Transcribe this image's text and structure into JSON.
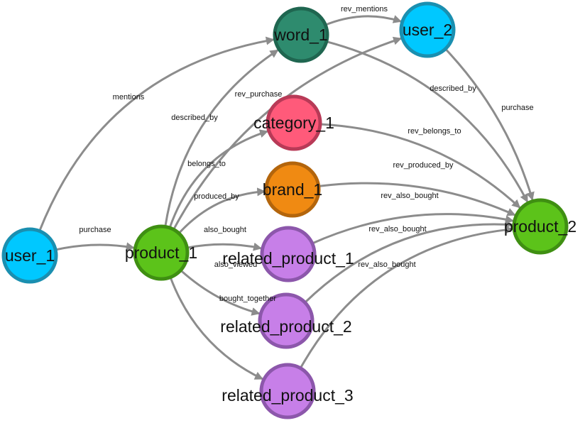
{
  "graph": {
    "nodes": [
      {
        "id": "user_1",
        "label": "user_1",
        "fill": "#00c8ff",
        "stroke": "#1a8fb0"
      },
      {
        "id": "product_1",
        "label": "product_1",
        "fill": "#5cc31a",
        "stroke": "#3f8f12"
      },
      {
        "id": "word_1",
        "label": "word_1",
        "fill": "#2e8b6e",
        "stroke": "#1f6650"
      },
      {
        "id": "user_2",
        "label": "user_2",
        "fill": "#00c8ff",
        "stroke": "#1a8fb0"
      },
      {
        "id": "category_1",
        "label": "category_1",
        "fill": "#ff5a7a",
        "stroke": "#b83a57"
      },
      {
        "id": "brand_1",
        "label": "brand_1",
        "fill": "#f08a12",
        "stroke": "#b3650c"
      },
      {
        "id": "related_product_1",
        "label": "related_product_1",
        "fill": "#c77fe8",
        "stroke": "#8c57ab"
      },
      {
        "id": "related_product_2",
        "label": "related_product_2",
        "fill": "#c77fe8",
        "stroke": "#8c57ab"
      },
      {
        "id": "related_product_3",
        "label": "related_product_3",
        "fill": "#c77fe8",
        "stroke": "#8c57ab"
      },
      {
        "id": "product_2",
        "label": "product_2",
        "fill": "#5cc31a",
        "stroke": "#3f8f12"
      }
    ],
    "edges": [
      {
        "from": "user_1",
        "to": "word_1",
        "label": "mentions"
      },
      {
        "from": "user_1",
        "to": "product_1",
        "label": "purchase"
      },
      {
        "from": "product_1",
        "to": "word_1",
        "label": "described_by"
      },
      {
        "from": "product_1",
        "to": "user_2",
        "label": "rev_purchase"
      },
      {
        "from": "product_1",
        "to": "category_1",
        "label": "belongs_to"
      },
      {
        "from": "product_1",
        "to": "brand_1",
        "label": "produced_by"
      },
      {
        "from": "product_1",
        "to": "related_product_1",
        "label": "also_bought"
      },
      {
        "from": "product_1",
        "to": "related_product_2",
        "label": "also_viewed"
      },
      {
        "from": "product_1",
        "to": "related_product_3",
        "label": "bought_together"
      },
      {
        "from": "word_1",
        "to": "user_2",
        "label": "rev_mentions"
      },
      {
        "from": "word_1",
        "to": "product_2",
        "label": "described_by"
      },
      {
        "from": "user_2",
        "to": "product_2",
        "label": "purchase"
      },
      {
        "from": "category_1",
        "to": "product_2",
        "label": "rev_belongs_to"
      },
      {
        "from": "brand_1",
        "to": "product_2",
        "label": "rev_produced_by"
      },
      {
        "from": "related_product_1",
        "to": "product_2",
        "label": "rev_also_bought"
      },
      {
        "from": "related_product_2",
        "to": "product_2",
        "label": "rev_also_bought"
      },
      {
        "from": "related_product_3",
        "to": "product_2",
        "label": "rev_also_bought"
      }
    ]
  }
}
